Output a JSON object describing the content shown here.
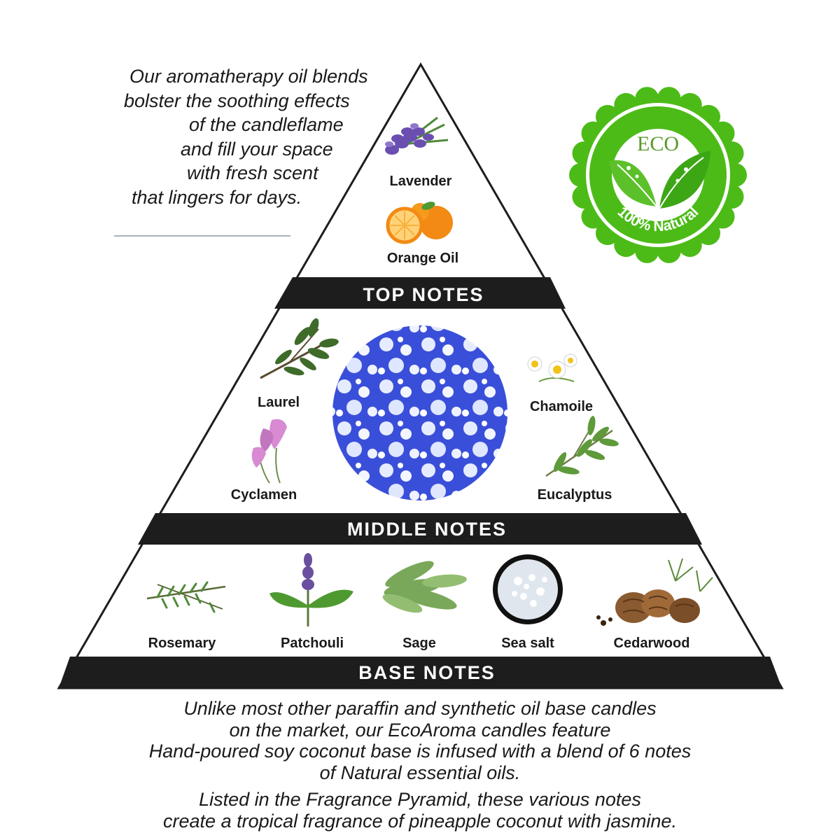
{
  "intro": {
    "lines": [
      "Our aromatherapy oil blends",
      "bolster the soothing effects",
      "of the candleflame",
      "and fill your space",
      "with fresh scent",
      "that lingers for days."
    ]
  },
  "badge": {
    "top_text": "ECO",
    "ring_text": "100% Natural",
    "color": "#4cbb17"
  },
  "pyramid": {
    "band_color": "#1d1d1d",
    "top": {
      "label": "TOP NOTES",
      "notes": [
        {
          "name": "Lavender",
          "icon": "lavender-icon"
        },
        {
          "name": "Orange Oil",
          "icon": "orange-icon"
        }
      ]
    },
    "middle": {
      "label": "MIDDLE NOTES",
      "notes": [
        {
          "name": "Laurel",
          "icon": "laurel-icon"
        },
        {
          "name": "Cyclamen",
          "icon": "cyclamen-icon"
        },
        {
          "name": "Chamoile",
          "icon": "chamomile-icon"
        },
        {
          "name": "Eucalyptus",
          "icon": "eucalyptus-icon"
        }
      ]
    },
    "base": {
      "label": "BASE NOTES",
      "notes": [
        {
          "name": "Rosemary",
          "icon": "rosemary-icon"
        },
        {
          "name": "Patchouli",
          "icon": "patchouli-icon"
        },
        {
          "name": "Sage",
          "icon": "sage-icon"
        },
        {
          "name": "Sea salt",
          "icon": "sea-salt-icon"
        },
        {
          "name": "Cedarwood",
          "icon": "cedarwood-icon"
        }
      ]
    }
  },
  "footer": {
    "paragraph1": [
      "Unlike most other paraffin and synthetic oil base candles",
      "on the market, our EcoAroma candles feature",
      "Hand-poured soy coconut base is infused with a blend of 6 notes",
      "of Natural essential oils."
    ],
    "paragraph2": [
      "Listed in the Fragrance Pyramid, these various notes",
      "create a tropical fragrance of pineapple coconut with jasmine."
    ]
  }
}
